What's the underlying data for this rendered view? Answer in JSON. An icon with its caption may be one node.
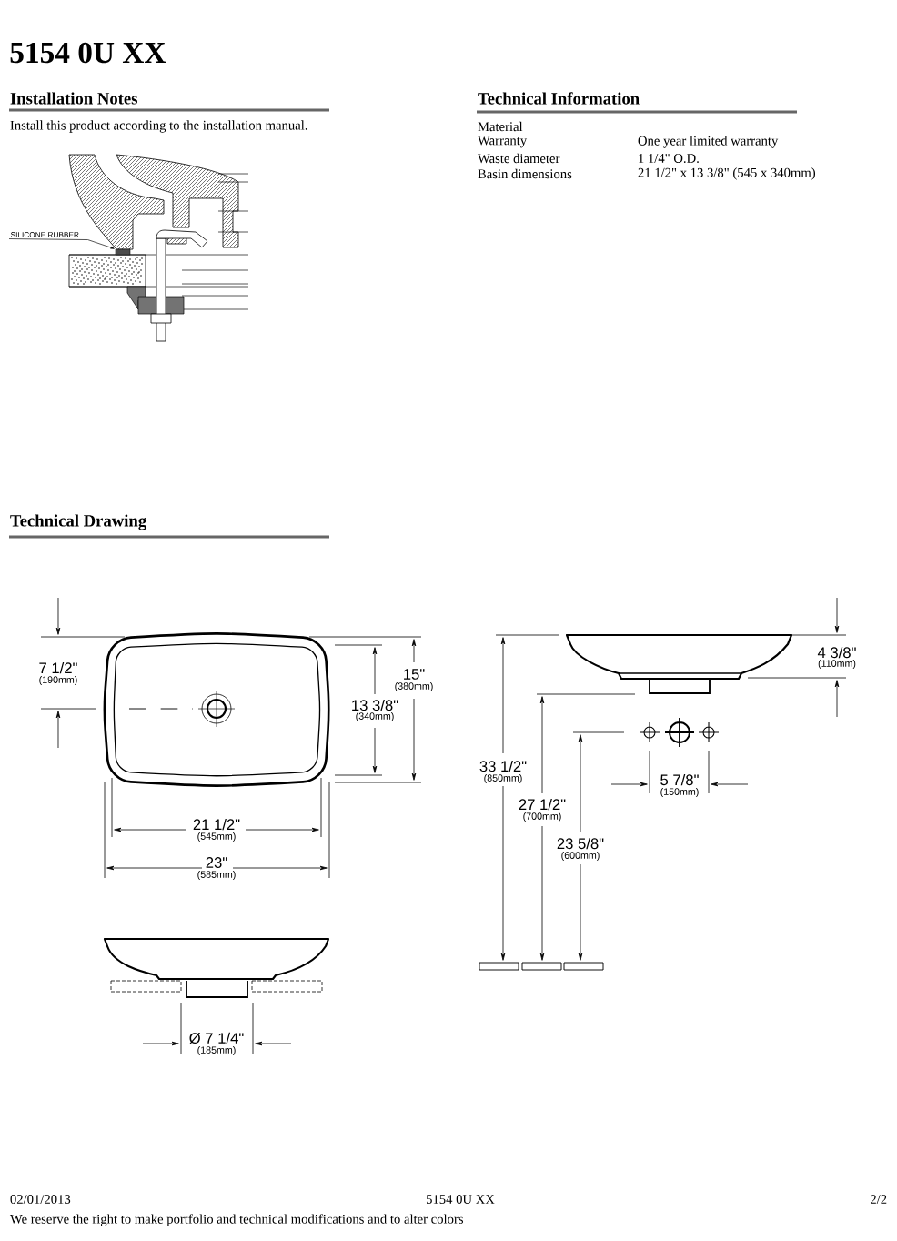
{
  "diagram": {
    "title": "5154 0U XX",
    "nodes": [
      {
        "text": [
          "SILICONE RUBBER"
        ]
      },
      {
        "text": [],
        "shape": "box"
      }
    ],
    "edges": [
      {
        "from": 0,
        "to": 1,
        "arrow": "to"
      }
    ],
    "labels": [
      "Installation Notes",
      "Technical Information",
      "Install this product according to the installation manual.",
      "Material",
      "Warranty",
      "One year limited warranty",
      "Waste diameter",
      "1 1/4\" O.D.",
      "Basin dimensions",
      "21 1/2\" x 13 3/8\" (545 x 340mm)",
      "Technical Drawing",
      "7 1/2\"",
      "(190mm)",
      "15\"",
      "(380mm)",
      "13 3/8\"",
      "(340mm)",
      "21 1/2\"",
      "(545mm)",
      "23\"",
      "(585mm)",
      "4 3/8\"",
      "(110mm)",
      "33 1/2\"",
      "(850mm)",
      "5 7/8\"",
      "(150mm)",
      "27 1/2\"",
      "(700mm)",
      "23 5/8\"",
      "(600mm)",
      "Ø 7 1/4\"",
      "(185mm)",
      "02/01/2013",
      "5154 0U XX",
      "2/2",
      "We reserve the right to make portfolio and technical modifications and to alter colors"
    ]
  }
}
